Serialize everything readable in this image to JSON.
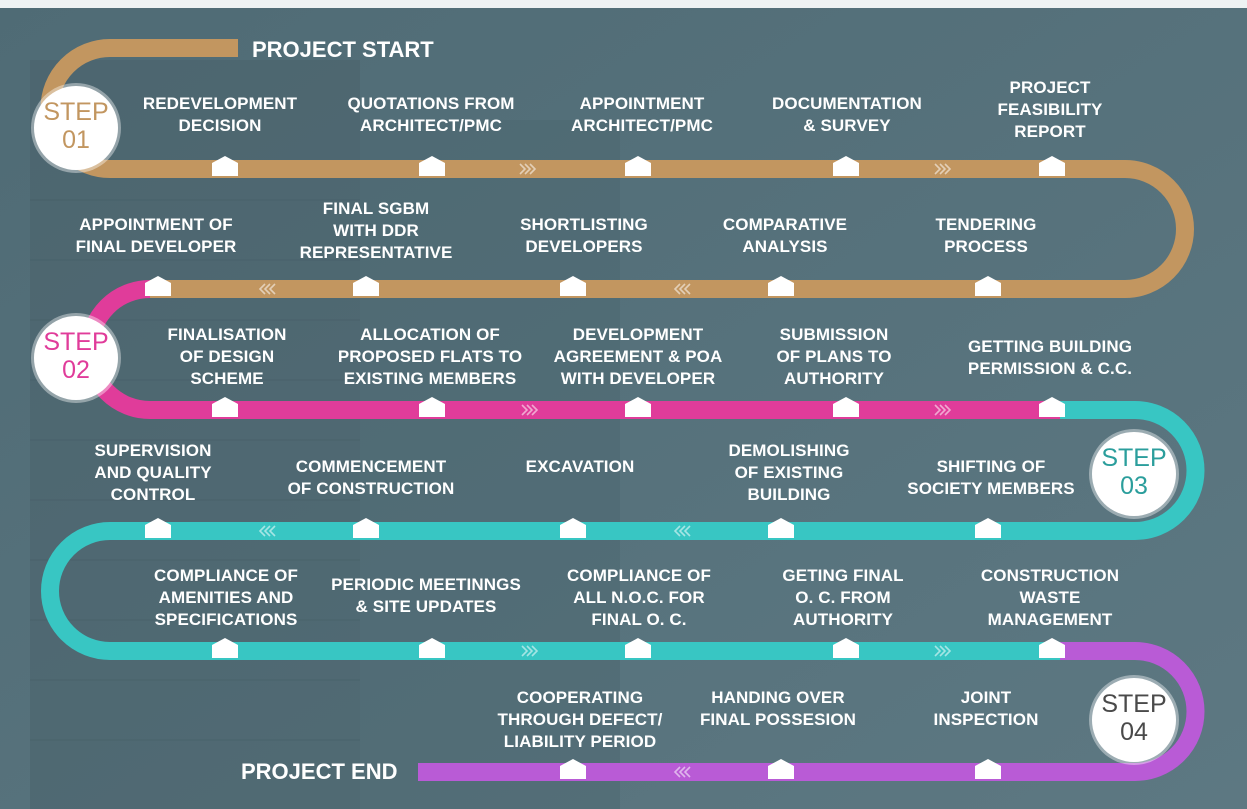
{
  "colors": {
    "background": "#56727c",
    "step01": "#c29660",
    "step02": "#e03c9a",
    "step03": "#38c6c3",
    "step04": "#b95bd6",
    "marker": "#ffffff"
  },
  "project_start": "PROJECT START",
  "project_end": "PROJECT END",
  "steps": [
    {
      "line1": "STEP",
      "line2": "01",
      "color": "#c29660"
    },
    {
      "line1": "STEP",
      "line2": "02",
      "color": "#e03c9a"
    },
    {
      "line1": "STEP",
      "line2": "03",
      "color": "#2b9e9c"
    },
    {
      "line1": "STEP",
      "line2": "04",
      "color": "#4a4a4a"
    }
  ],
  "rows": [
    {
      "color": "#c29660",
      "labels": [
        "REDEVELOPMENT\nDECISION",
        "QUOTATIONS FROM\nARCHITECT/PMC",
        "APPOINTMENT\nARCHITECT/PMC",
        "DOCUMENTATION\n& SURVEY",
        "PROJECT\nFEASIBILITY\nREPORT"
      ]
    },
    {
      "color": "#c29660",
      "labels": [
        "APPOINTMENT OF\nFINAL DEVELOPER",
        "FINAL SGBM\nWITH DDR\nREPRESENTATIVE",
        "SHORTLISTING\nDEVELOPERS",
        "COMPARATIVE\nANALYSIS",
        "TENDERING\nPROCESS"
      ]
    },
    {
      "color": "#e03c9a",
      "labels": [
        "FINALISATION\nOF DESIGN\nSCHEME",
        "ALLOCATION OF\nPROPOSED FLATS TO\nEXISTING MEMBERS",
        "DEVELOPMENT\nAGREEMENT & POA\nWITH DEVELOPER",
        "SUBMISSION\nOF PLANS TO\nAUTHORITY",
        "GETTING BUILDING\nPERMISSION & C.C."
      ]
    },
    {
      "color": "#38c6c3",
      "labels": [
        "SUPERVISION\nAND QUALITY\nCONTROL",
        "COMMENCEMENT\nOF CONSTRUCTION",
        "EXCAVATION",
        "DEMOLISHING\nOF EXISTING\nBUILDING",
        "SHIFTING OF\nSOCIETY MEMBERS"
      ]
    },
    {
      "color": "#38c6c3",
      "labels": [
        "COMPLIANCE OF\nAMENITIES AND\nSPECIFICATIONS",
        "PERIODIC MEETINNGS\n& SITE UPDATES",
        "COMPLIANCE OF\nALL N.O.C. FOR\nFINAL O. C.",
        "GETING FINAL\nO. C. FROM\nAUTHORITY",
        "CONSTRUCTION\nWASTE\nMANAGEMENT"
      ]
    },
    {
      "color": "#b95bd6",
      "labels": [
        "COOPERATING\nTHROUGH DEFECT/\nLIABILITY PERIOD",
        "HANDING OVER\nFINAL POSSESION",
        "JOINT\nINSPECTION"
      ]
    }
  ]
}
